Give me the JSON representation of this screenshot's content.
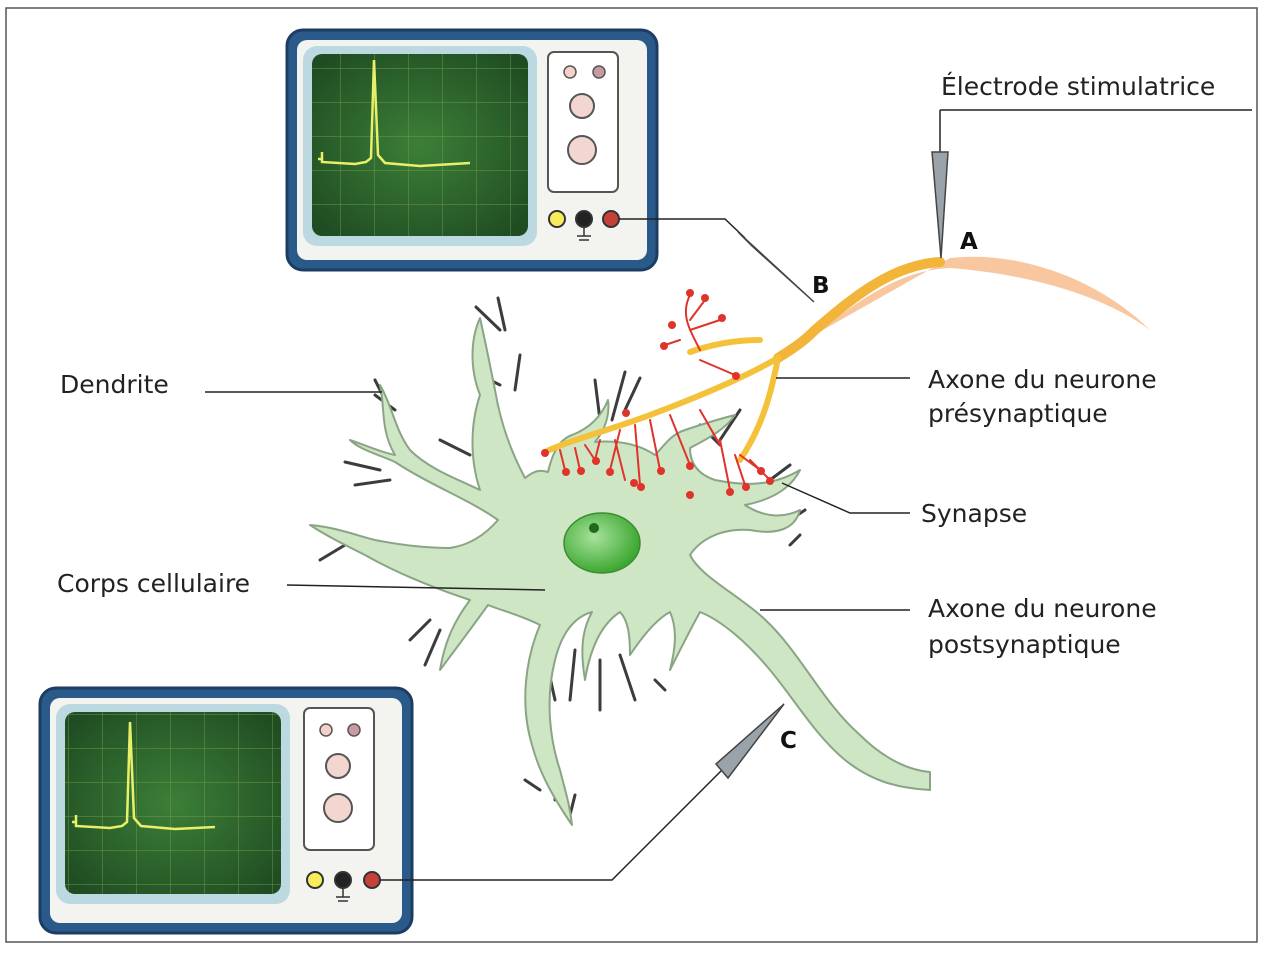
{
  "labels": {
    "electrode": "Électrode stimulatrice",
    "dendrite": "Dendrite",
    "axon_pre_line1": "Axone du neurone",
    "axon_pre_line2": "présynaptique",
    "synapse": "Synapse",
    "cell_body": "Corps cellulaire",
    "axon_post_line1": "Axone du neurone",
    "axon_post_line2": "postsynaptique"
  },
  "points": {
    "a": "A",
    "b": "B",
    "c": "C"
  },
  "colors": {
    "oscilloscope_case": "#2a5a8a",
    "screen": "#2f6a2e",
    "trace": "#e8f06a",
    "neuron": "#cfe6c4",
    "neuron_outline": "#8aa585",
    "dendrite_dark": "#3c3c3c",
    "axon_pre": "#f4c23a",
    "synapse_knob": "#e0332b",
    "nucleus": "#4cae3c"
  }
}
